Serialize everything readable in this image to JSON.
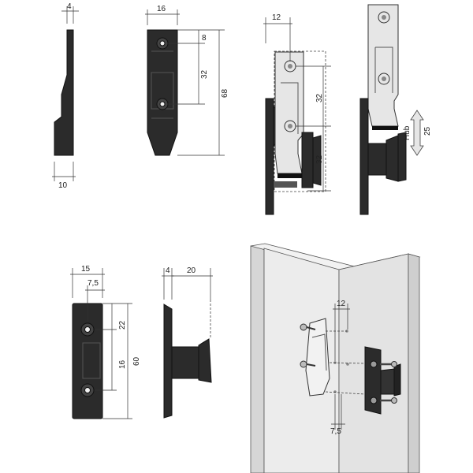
{
  "labels": {
    "d4a": "4",
    "d10": "10",
    "d16a": "16",
    "d8": "8",
    "d32a": "32",
    "d68": "68",
    "d12a": "12",
    "d32b": "32",
    "d32c": "32",
    "hub": "Hub",
    "d25": "25",
    "d15": "15",
    "d75a": "7,5",
    "d22": "22",
    "d16b": "16",
    "d60": "60",
    "d4b": "4",
    "d20": "20",
    "d12b": "12",
    "d75b": "7,5"
  },
  "colors": {
    "part": "#2b2b2b",
    "light_part": "#e6e6e6",
    "wall": "#e9e9e9",
    "wall_shade": "#d6d6d6"
  }
}
